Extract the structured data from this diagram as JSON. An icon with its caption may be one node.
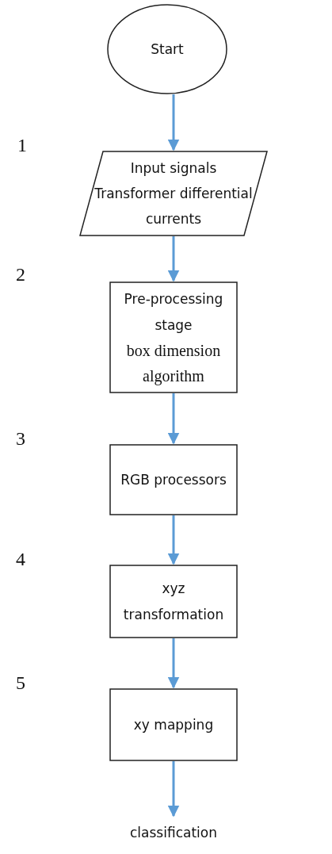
{
  "diagram": {
    "nodes": [
      {
        "text": [
          "Start"
        ]
      },
      {
        "text": [
          "Input signals",
          "Transformer differential currents"
        ]
      },
      {
        "text": [
          "Pre-processing stage",
          "box dimension algorithm"
        ]
      },
      {
        "text": [
          "RGB processors"
        ]
      },
      {
        "text": [
          "xyz transformation"
        ]
      },
      {
        "text": [
          "xy mapping"
        ]
      },
      {
        "text": [
          "classification"
        ]
      }
    ],
    "edges": [
      {
        "from": 0,
        "to": 1,
        "arrow": "to"
      },
      {
        "from": 1,
        "to": 2,
        "arrow": "to"
      },
      {
        "from": 2,
        "to": 3,
        "arrow": "to"
      },
      {
        "from": 3,
        "to": 4,
        "arrow": "to"
      },
      {
        "from": 4,
        "to": 5,
        "arrow": "to"
      },
      {
        "from": 5,
        "to": 6,
        "arrow": "to"
      }
    ],
    "labels": [
      "1",
      "2",
      "3",
      "4",
      "5"
    ]
  }
}
